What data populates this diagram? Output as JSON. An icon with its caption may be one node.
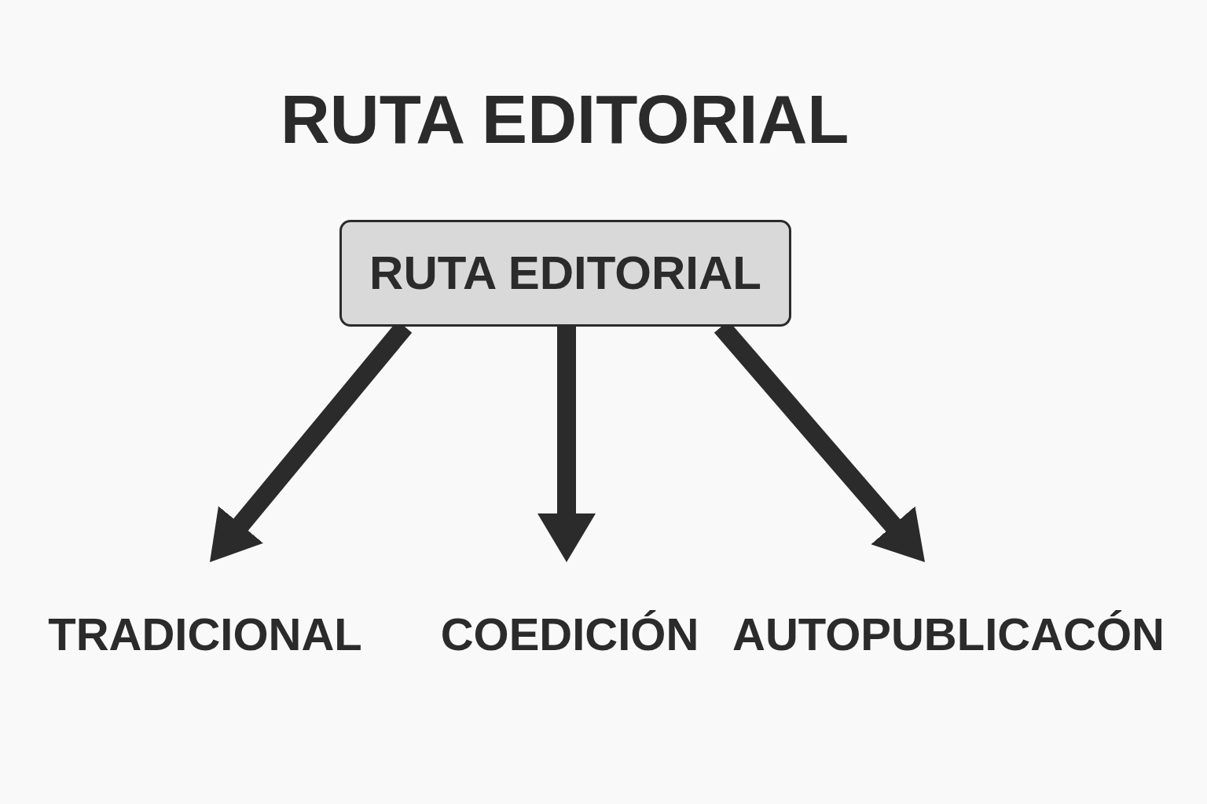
{
  "diagram": {
    "title": "RUTA EDITORIAL",
    "nodes": [
      {
        "text": [
          "RUTA EDITORIAL"
        ]
      },
      {
        "text": [
          "TRADICIONAL"
        ]
      },
      {
        "text": [
          "COEDICIÓN"
        ]
      },
      {
        "text": [
          "AUTOPUBLICACÓN"
        ]
      }
    ],
    "edges": [
      {
        "from": 0,
        "to": 1,
        "arrow": "to"
      },
      {
        "from": 0,
        "to": 2,
        "arrow": "to"
      },
      {
        "from": 0,
        "to": 3,
        "arrow": "to"
      }
    ]
  }
}
